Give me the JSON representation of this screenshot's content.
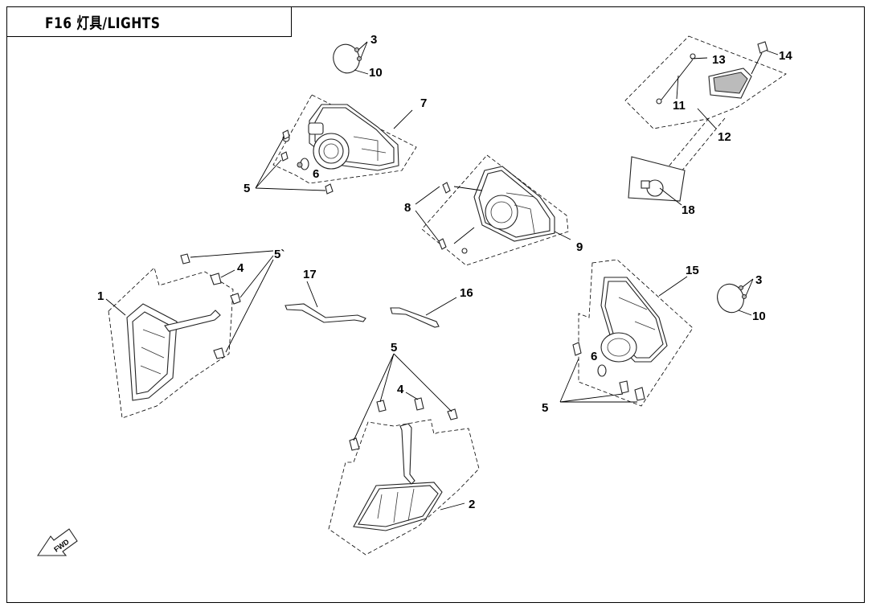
{
  "title": "F16 灯具/LIGHTS",
  "direction_marker": "FWD",
  "callouts": {
    "c1": "1",
    "c2": "2",
    "c3a": "3",
    "c3b": "3",
    "c4a": "4",
    "c4b": "4",
    "c5a": "5",
    "c5p": "5`",
    "c5c": "5",
    "c5d": "5",
    "c6a": "6",
    "c6b": "6",
    "c7": "7",
    "c8": "8",
    "c9": "9",
    "c10a": "10",
    "c10b": "10",
    "c11": "11",
    "c12": "12",
    "c13": "13",
    "c14": "14",
    "c15": "15",
    "c16": "16",
    "c17": "17",
    "c18": "18"
  }
}
